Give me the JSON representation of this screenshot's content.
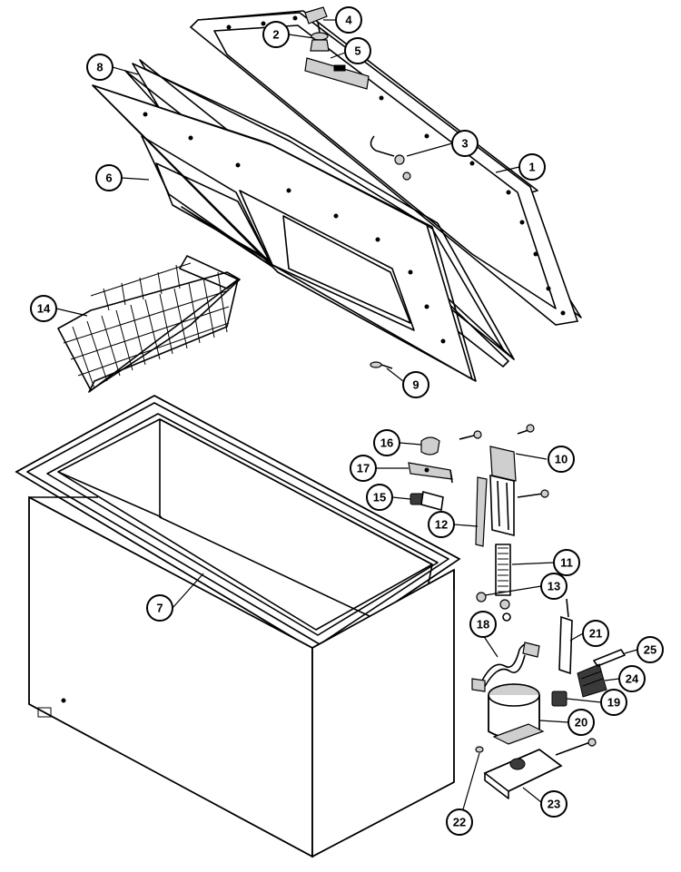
{
  "diagram": {
    "callouts": [
      {
        "id": "c1",
        "label": "1"
      },
      {
        "id": "c2",
        "label": "2"
      },
      {
        "id": "c3",
        "label": "3"
      },
      {
        "id": "c4",
        "label": "4"
      },
      {
        "id": "c5",
        "label": "5"
      },
      {
        "id": "c6",
        "label": "6"
      },
      {
        "id": "c7",
        "label": "7"
      },
      {
        "id": "c8",
        "label": "8"
      },
      {
        "id": "c9",
        "label": "9"
      },
      {
        "id": "c10",
        "label": "10"
      },
      {
        "id": "c11",
        "label": "11"
      },
      {
        "id": "c12",
        "label": "12"
      },
      {
        "id": "c13",
        "label": "13"
      },
      {
        "id": "c14",
        "label": "14"
      },
      {
        "id": "c15",
        "label": "15"
      },
      {
        "id": "c16",
        "label": "16"
      },
      {
        "id": "c17",
        "label": "17"
      },
      {
        "id": "c18",
        "label": "18"
      },
      {
        "id": "c19",
        "label": "19"
      },
      {
        "id": "c20",
        "label": "20"
      },
      {
        "id": "c21",
        "label": "21"
      },
      {
        "id": "c22",
        "label": "22"
      },
      {
        "id": "c23",
        "label": "23"
      },
      {
        "id": "c24",
        "label": "24"
      },
      {
        "id": "c25",
        "label": "25"
      }
    ],
    "colors": {
      "ink": "#000000",
      "paper": "#ffffff"
    }
  }
}
